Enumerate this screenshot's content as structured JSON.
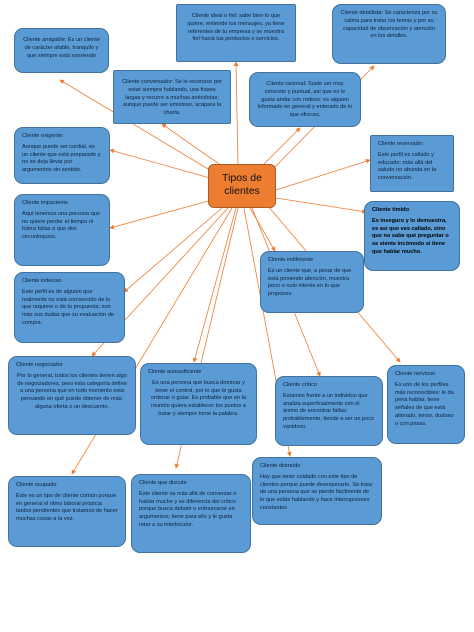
{
  "center": {
    "title_line1": "Tipos de",
    "title_line2": "clientes"
  },
  "nodes": [
    {
      "id": "amigable",
      "title": "",
      "body": "Cliente amigable: Es un cliente de carácter afable, tranquilo y que siempre está sonriendo"
    },
    {
      "id": "ideal",
      "title": "",
      "body": "Cliente ideal o fiel: sabe bien lo que quiere, entiende tus mensajes, ya tiene referentes de tu empresa y se muestra fiel hacia tus productos o servicios."
    },
    {
      "id": "detallista",
      "title": "Cliente detallista: Se caracteriza por su calma para tratar los temas y por su capacidad de observación y atención en los detalles.",
      "body": ""
    },
    {
      "id": "conversador",
      "title": "",
      "body": "Cliente conversador: Se le reconoce por estar siempre hablando, usa frases largas y recurre a muchas anécdotas; aunque puede ser amistoso, acapara la charla."
    },
    {
      "id": "racional",
      "title": "",
      "body": "Cliente racional: Suele ser muy concreto y puntual, así que no le gusta andar con rodeos; es alguien informado en general y enterado de lo que ofreces."
    },
    {
      "id": "exigente",
      "title": "Cliente exigente:",
      "body": "Aunque puede ser cordial, es un cliente que está preparado y no se deja llevar por argumentos sin sentido."
    },
    {
      "id": "reservado",
      "title": "Cliente reservado:",
      "body": "Este perfil es callado y educado: más allá del saludo no abunda en la conversación."
    },
    {
      "id": "impaciente",
      "title": "Cliente impaciente",
      "body": "Aquí tenemos una persona que no quiere perder el tiempo ni tolera fallas o que des circunloquios."
    },
    {
      "id": "timido",
      "title": "Cliente tímido",
      "body": "Es inseguro y lo demuestra, es así que ves callado, sino que no sabe qué preguntar o se siente incómodo si tiene que hablar mucho."
    },
    {
      "id": "indiferente",
      "title": "Cliente indiferente",
      "body": "Es un cliente que, a pesar de que está poniendo atención, muestra poco o nulo interés en lo que propones."
    },
    {
      "id": "indeciso",
      "title": "Cliente indeciso",
      "body": "Este perfil es de alguien que realmente no está convencido de lo que requiere o de tu propuesta; son más sus dudas que su evaluación de compra."
    },
    {
      "id": "negociador",
      "title": "Cliente negociador",
      "body": "Por lo general, todos los clientes tienen algo de negociadores, pero esta categoría define a una persona que en todo momento está pensando en qué puede obtener de más: alguna oferta o un descuento."
    },
    {
      "id": "autosuficiente",
      "title": "Cliente autosuficiente",
      "body": "Es una persona que busca dominar y tener el control, por lo que le gusta ordenar o guiar. Es probable que en la reunión quiera establecer los puntos a tratar y siempre tome la palabra."
    },
    {
      "id": "critico",
      "title": "Cliente crítico",
      "body": "Estamos frente a un individuo que analiza superficialmente con el ánimo de encontrar fallas; probablemente, tiende a ser un poco vanidoso."
    },
    {
      "id": "nervioso",
      "title": "Cliente nervioso",
      "body": "Es uno de los perfiles más reconocibles: le da pena hablar, tiene señales de que está alterado, tenso, dudoso o con prisas."
    },
    {
      "id": "ocupado",
      "title": "Cliente ocupado",
      "body": "Este es un tipo de cliente común porque en general el ritmo laboral propicia tantos pendientes que tratamos de hacer muchas cosas a la vez."
    },
    {
      "id": "discute",
      "title": "Cliente que discute",
      "body": "Este cliente va más allá de conversar o hablar mucho y se diferencia del crítico porque busca debatir o enfrascarse en argumentos; tiene para ello y le gusta retar a su interlocutor."
    },
    {
      "id": "distraido",
      "title": "Cliente distraído",
      "body": "Hay que tener cuidado con este tipo de clientes porque puede desesperarte. Se trata de una persona que se pierde fácilmente de lo que estás hablando y hace interrupciones constantes"
    }
  ]
}
